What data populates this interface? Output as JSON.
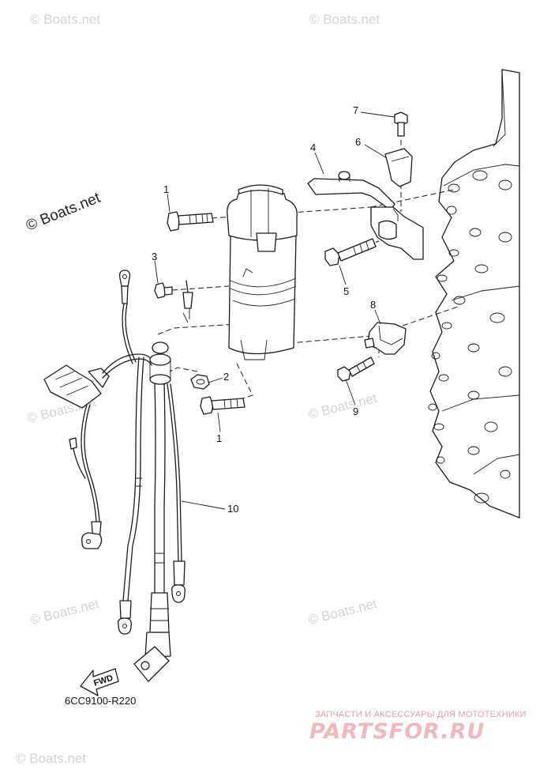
{
  "watermarks": [
    "© Boats.net",
    "© Boats.net",
    "© Boats.net",
    "© Boats.net",
    "© Boats.net",
    "© Boats.net",
    "© Boats.net"
  ],
  "copyright": "© Boats.net",
  "callouts": {
    "c1_top": "1",
    "c1_bottom": "1",
    "c2": "2",
    "c3": "3",
    "c4": "4",
    "c5": "5",
    "c6": "6",
    "c7": "7",
    "c8": "8",
    "c9": "9",
    "c10": "10"
  },
  "fwd_label": "FWD",
  "diagram_code": "6CC9100-R220",
  "shop_banner": {
    "tagline": "ЗАПЧАСТИ И АКСЕССУАРЫ ДЛЯ МОТОТЕХНИКИ",
    "brand": "PARTSFOR.RU"
  },
  "colors": {
    "line": "#1a1a1a",
    "watermark": "#d4d4d4",
    "brand_pink": "#f1b6be"
  }
}
